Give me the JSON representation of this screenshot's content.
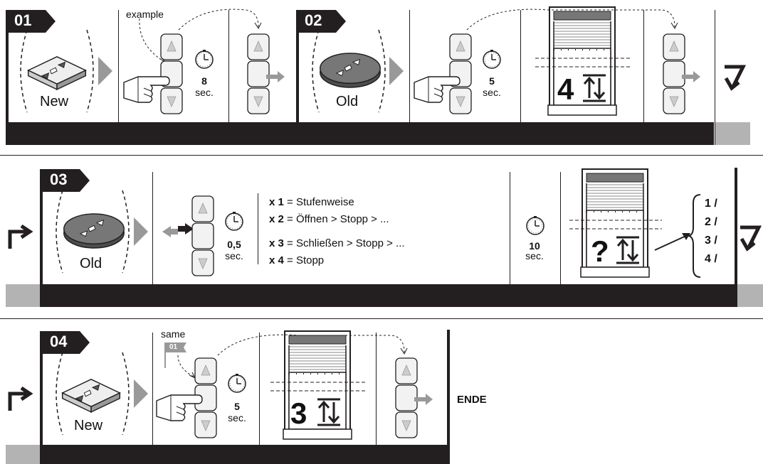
{
  "steps": [
    {
      "number": "01",
      "remote_label": "New",
      "example_label": "example",
      "timer": {
        "value": "8",
        "unit": "sec."
      }
    },
    {
      "number": "02",
      "remote_label": "Old",
      "timer": {
        "value": "5",
        "unit": "sec."
      },
      "window_count": "4"
    },
    {
      "number": "03",
      "remote_label": "Old",
      "timer": {
        "value": "0,5",
        "unit": "sec."
      },
      "instructions": [
        {
          "mult": "x 1",
          "text": " = Stufenweise"
        },
        {
          "mult": "x 2",
          "text": " = Öffnen > Stopp > ..."
        },
        {
          "mult": "x 3",
          "text": " = Schließen > Stopp > ..."
        },
        {
          "mult": "x 4",
          "text": " = Stopp"
        }
      ],
      "wait_timer": {
        "value": "10",
        "unit": "sec."
      },
      "window_symbol": "?",
      "options": [
        "1",
        "2",
        "3",
        "4"
      ]
    },
    {
      "number": "04",
      "remote_label": "New",
      "same_label": "same",
      "same_ref": "01",
      "timer": {
        "value": "5",
        "unit": "sec."
      },
      "window_count": "3",
      "end_label": "ENDE"
    }
  ],
  "colors": {
    "dark": "#231f20",
    "gray": "#b3b3b3",
    "arrow_gray": "#999999"
  }
}
